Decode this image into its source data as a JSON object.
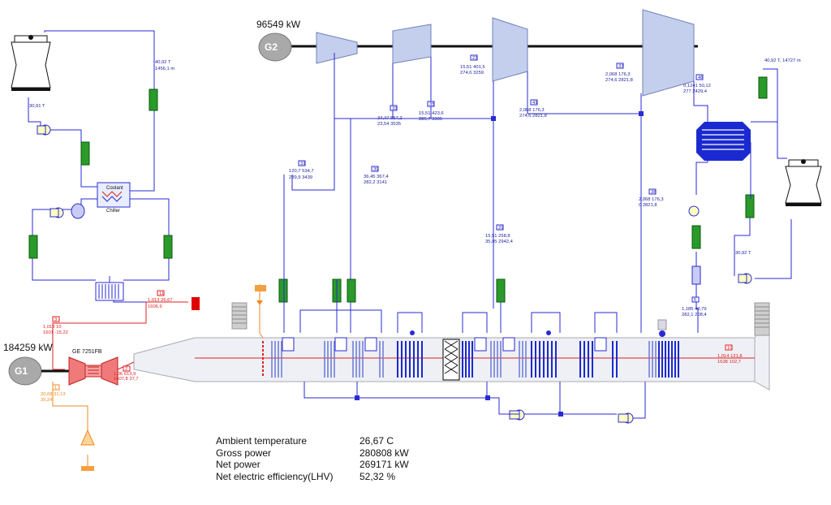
{
  "generators": {
    "g1": {
      "label": "G1",
      "power": "184259 kW"
    },
    "g2": {
      "label": "G2",
      "power": "96549 kW"
    }
  },
  "gas_turbine": {
    "model": "GE 7251FB"
  },
  "cooler_chiller": {
    "top": "Coolant",
    "bottom": "Chiller"
  },
  "stream_tags": [
    {
      "id": "s_ct_top",
      "text": "40,92 T\n1456,1 m"
    },
    {
      "id": "s_ct_left",
      "text": "30,91 T"
    },
    {
      "id": "s_red1",
      "tag": "11",
      "text": "1,013   26,67\n1606,9"
    },
    {
      "id": "s_red2",
      "tag": "3",
      "text": "1,013   10\n1601   -15,22"
    },
    {
      "id": "s_fuel",
      "tag": "1",
      "text": "20,68   31,13\n35,24"
    },
    {
      "id": "s_gt_out",
      "tag": "2",
      "text": "1,06   613,9\n1607,8   37,7"
    },
    {
      "id": "s_hp1",
      "tag": "31",
      "text": "120,7   534,7\n289,9   3439"
    },
    {
      "id": "s_ip1",
      "tag": "39",
      "text": "36,45   367,4\n282,2   3141"
    },
    {
      "id": "s_ip2",
      "tag": "33",
      "text": "34,47   557,2\n23,54   3535"
    },
    {
      "id": "s_ip3",
      "tag": "35",
      "text": "15,51   423,6\n285,7   3305"
    },
    {
      "id": "s_lp1",
      "tag": "23",
      "text": "15,51   401,5\n274,6   3259"
    },
    {
      "id": "s_lp2",
      "tag": "41",
      "text": "2,068   176,3\n274,6   2821,8"
    },
    {
      "id": "s_lp3",
      "tag": "37",
      "text": "2,068   176,3\n274,6   2821,8"
    },
    {
      "id": "s_cond",
      "tag": "46",
      "text": "0,1241   50,12\n277   2429,4"
    },
    {
      "id": "s_ct2_top",
      "text": "40,92 T, 14727 m"
    },
    {
      "id": "s_ct2_left",
      "text": "30,92 T"
    },
    {
      "id": "s_mid1",
      "tag": "29",
      "text": "15,51   258,8\n35,95   2942,4"
    },
    {
      "id": "s_mid2",
      "tag": "38",
      "text": "2,068   176,3\n0   2821,8"
    },
    {
      "id": "s_deaer",
      "tag": "5",
      "text": "1,185   49,79\n282,1   208,4"
    },
    {
      "id": "s_stack",
      "tag": "10",
      "text": "1,014   121,8\n1638   102,7"
    }
  ],
  "summary": [
    {
      "label": "Ambient temperature",
      "value": "26,67 C"
    },
    {
      "label": "Gross power",
      "value": "280808 kW"
    },
    {
      "label": "Net power",
      "value": "269171 kW"
    },
    {
      "label": "Net electric efficiency(LHV)",
      "value": "52,32 %"
    }
  ],
  "colors": {
    "water": "#2a2ad4",
    "gas": "#e02020",
    "fuel": "#f08a20",
    "green": "#1a9a2a",
    "turbine": "#c4cfee",
    "hrsg": "#dfe3ef"
  }
}
